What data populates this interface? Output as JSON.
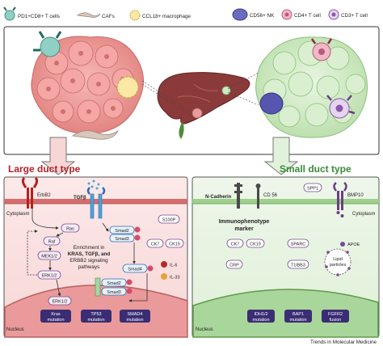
{
  "legend": [
    {
      "label": "PD1+CD8+ T cells",
      "icon": "pd1-cd8-t-cell-icon"
    },
    {
      "label": "CAFs",
      "icon": "caf-icon"
    },
    {
      "label": "CCL18+ macrophage",
      "icon": "macrophage-icon"
    },
    {
      "label": "CD56+ NK",
      "icon": "nk-cell-icon"
    },
    {
      "label": "CD4+ T cell",
      "icon": "cd4-t-cell-icon"
    },
    {
      "label": "CD3+ T cell",
      "icon": "cd3-t-cell-icon"
    }
  ],
  "large": {
    "title": "Large duct type",
    "erbb2": "ErbB2",
    "tgfb": "TGFβ",
    "cytoplasm": "Cytoplasm",
    "nucleus": "Nucleus",
    "ras": "Ras",
    "raf": "Raf",
    "mek": "MEK1/2",
    "erk_top": "ERK1/2",
    "erk_bottom": "ERK1/2",
    "smad2a": "Smad2",
    "smad3a": "Smad3",
    "smad4": "Smad4",
    "smad2b": "Smad2",
    "smad3b": "Smad3",
    "enrich_line1": "Enrichment in",
    "enrich_line2": "KRAS, TGFβ, and",
    "enrich_line3": "ERBB2 signaling",
    "enrich_line4": "pathways",
    "s100p": "S100P",
    "ck7": "CK7",
    "ck19": "CK19",
    "il6": "IL-6",
    "il33": "IL-33",
    "mutations": [
      {
        "line1": "Kras",
        "line2": "mutation"
      },
      {
        "line1": "TP53",
        "line2": "mutation"
      },
      {
        "line1": "SMAD4",
        "line2": "mutation"
      }
    ]
  },
  "small": {
    "title": "Small duct type",
    "ncadherin": "N-Cadherin",
    "cd56": "CD 56",
    "spp1": "SPP1",
    "bmp10": "BMP10",
    "cytoplasm": "Cytoplasm",
    "nucleus": "Nucleus",
    "immuno_line1": "Immunophenotype",
    "immuno_line2": "marker",
    "ck7": "CK7",
    "ck19": "CK19",
    "sparc": "SPARC",
    "crp": "CRP",
    "tubb3": "TUBB3",
    "apoe": "APOE",
    "lipid_line1": "Lipid",
    "lipid_line2": "particles",
    "mutations": [
      {
        "line1": "IDH1/2",
        "line2": "mutation"
      },
      {
        "line1": "BAP1",
        "line2": "mutation"
      },
      {
        "line1": "FGFR2",
        "line2": "fusion"
      }
    ]
  },
  "footer": "Trends in Molecular Medicine",
  "colors": {
    "large_title": "#b5202a",
    "small_title": "#3a8a3a",
    "tumor_pink": "#e99a9a",
    "tumor_green": "#cfe9c4",
    "mutation_fill": "#3a2d73",
    "marker_stroke": "#7a4a96",
    "liver": "#8b3a3a"
  }
}
